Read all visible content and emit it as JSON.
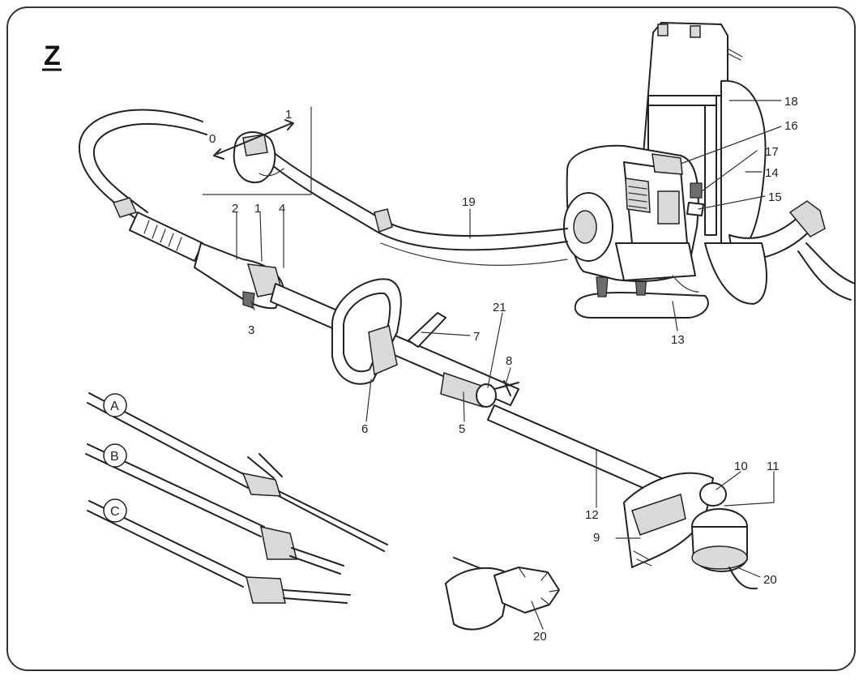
{
  "figure": {
    "letter": "Z",
    "switch_labels": {
      "off": "0",
      "on": "1"
    },
    "part_labels": [
      "1",
      "2",
      "3",
      "4",
      "5",
      "6",
      "7",
      "8",
      "9",
      "10",
      "11",
      "12",
      "13",
      "14",
      "15",
      "16",
      "17",
      "18",
      "19",
      "20",
      "21"
    ],
    "attachment_labels": [
      "A",
      "B",
      "C"
    ],
    "blade_label": "20"
  }
}
